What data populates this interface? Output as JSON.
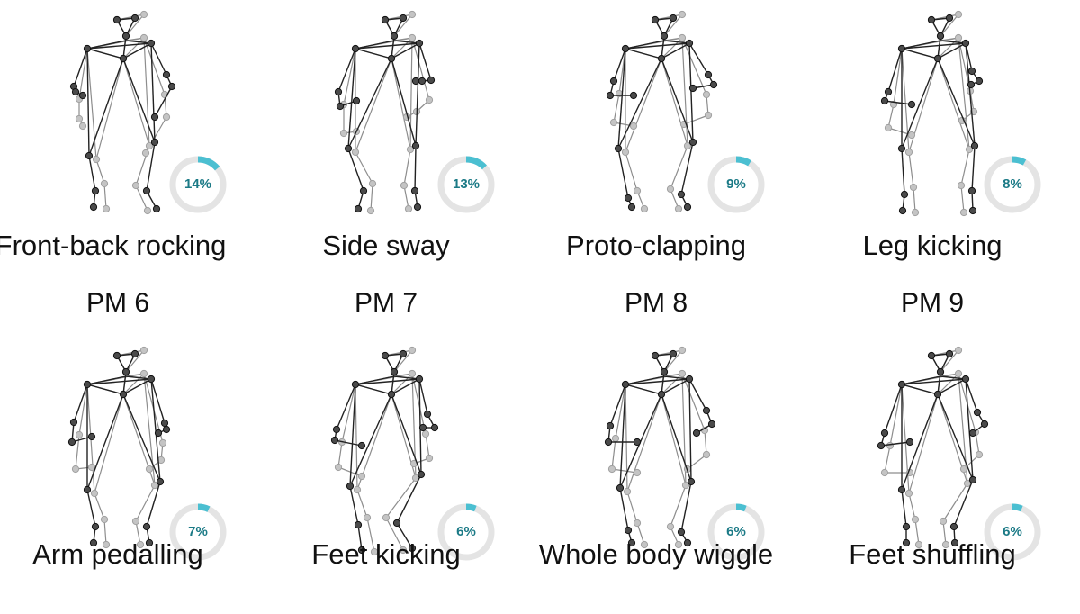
{
  "colors": {
    "accent": "#4bbfd1",
    "track": "#e4e4e4",
    "percent_text": "#1b7a86",
    "skeleton_dark": "#222222",
    "skeleton_light": "#9a9a9a"
  },
  "panels": [
    {
      "title": "",
      "caption": "Front-back rocking",
      "percent_label": "14%",
      "fraction": 0.14
    },
    {
      "title": "",
      "caption": "Side sway",
      "percent_label": "13%",
      "fraction": 0.13
    },
    {
      "title": "",
      "caption": "Proto-clapping",
      "percent_label": "9%",
      "fraction": 0.09
    },
    {
      "title": "",
      "caption": "Leg kicking",
      "percent_label": "8%",
      "fraction": 0.08
    },
    {
      "title": "PM 6",
      "caption": "Arm pedalling",
      "percent_label": "7%",
      "fraction": 0.07
    },
    {
      "title": "PM 7",
      "caption": "Feet kicking",
      "percent_label": "6%",
      "fraction": 0.06
    },
    {
      "title": "PM 8",
      "caption": "Whole body wiggle",
      "percent_label": "6%",
      "fraction": 0.06
    },
    {
      "title": "PM 9",
      "caption": "Feet shuffling",
      "percent_label": "6%",
      "fraction": 0.06
    }
  ]
}
